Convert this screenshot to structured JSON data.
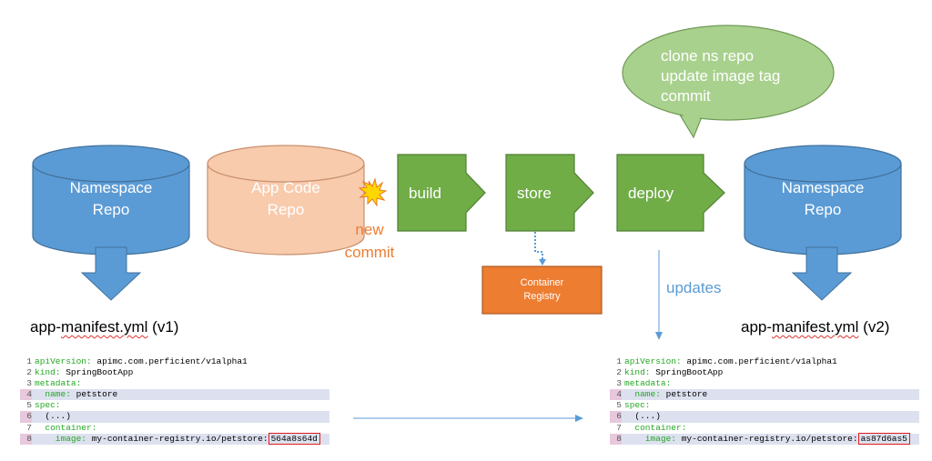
{
  "speech_bubble": {
    "lines": [
      "clone ns repo",
      "update image tag",
      "commit"
    ],
    "color": "#a9d18e"
  },
  "namespace_repo_left": {
    "lines": [
      "Namespace",
      "Repo"
    ],
    "color": "#5b9bd5"
  },
  "app_code_repo": {
    "lines": [
      "App Code",
      "Repo"
    ],
    "color": "#f8cbad"
  },
  "new_commit": {
    "lines": [
      "new",
      "commit"
    ],
    "color": "#ed7d31"
  },
  "stages": [
    {
      "label": "build"
    },
    {
      "label": "store"
    },
    {
      "label": "deploy"
    }
  ],
  "stage_color": "#70ad47",
  "namespace_repo_right": {
    "lines": [
      "Namespace",
      "Repo"
    ],
    "color": "#5b9bd5"
  },
  "container_registry": {
    "lines": [
      "Container",
      "Registry"
    ],
    "color": "#ed7d31"
  },
  "updates_label": "updates",
  "manifest_left": {
    "title_prefix": "app-",
    "title_underlined": "manifest.yml",
    "title_suffix": " (v1)",
    "lines": [
      {
        "num": "1",
        "key": "apiVersion:",
        "value": " apimc.com.perficient/v1alpha1"
      },
      {
        "num": "2",
        "key": "kind:",
        "value": " SpringBootApp"
      },
      {
        "num": "3",
        "key": "metadata:",
        "value": ""
      },
      {
        "num": "4",
        "key": "  name:",
        "value": " petstore"
      },
      {
        "num": "5",
        "key": "spec:",
        "value": ""
      },
      {
        "num": "6",
        "key": "",
        "value": "  (...)"
      },
      {
        "num": "7",
        "key": "  container:",
        "value": ""
      },
      {
        "num": "8",
        "key": "    image:",
        "value": " my-container-registry.io/petstore:",
        "tag": "564a8s64d"
      }
    ]
  },
  "manifest_right": {
    "title_prefix": "app-",
    "title_underlined": "manifest.yml",
    "title_suffix": " (v2)",
    "lines": [
      {
        "num": "1",
        "key": "apiVersion:",
        "value": " apimc.com.perficient/v1alpha1"
      },
      {
        "num": "2",
        "key": "kind:",
        "value": " SpringBootApp"
      },
      {
        "num": "3",
        "key": "metadata:",
        "value": ""
      },
      {
        "num": "4",
        "key": "  name:",
        "value": " petstore"
      },
      {
        "num": "5",
        "key": "spec:",
        "value": ""
      },
      {
        "num": "6",
        "key": "",
        "value": "  (...)"
      },
      {
        "num": "7",
        "key": "  container:",
        "value": ""
      },
      {
        "num": "8",
        "key": "    image:",
        "value": " my-container-registry.io/petstore:",
        "tag": "as87d6as5"
      }
    ]
  }
}
